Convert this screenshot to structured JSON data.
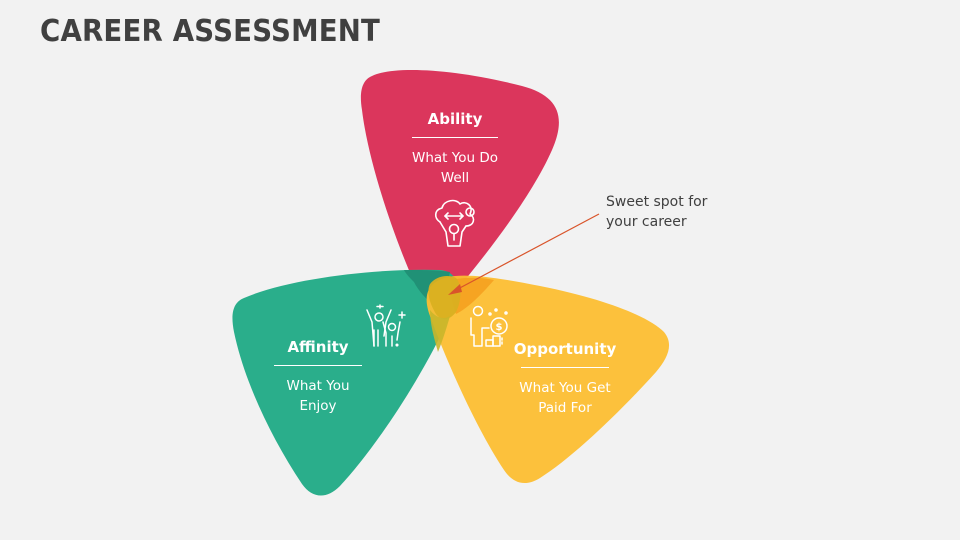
{
  "title": "CAREER ASSESSMENT",
  "colors": {
    "background": "#f2f2f2",
    "ability": "#db365c",
    "affinity": "#2aae8b",
    "opportunity": "#fcbe32",
    "overlap": "#d9b021",
    "arrow": "#d9542a",
    "text_dark": "#404040"
  },
  "segments": [
    {
      "id": "ability",
      "heading": "Ability",
      "description": "What You Do Well",
      "icon": "brain-strength-icon"
    },
    {
      "id": "affinity",
      "heading": "Affinity",
      "description": "What You Enjoy",
      "icon": "celebrating-people-icon"
    },
    {
      "id": "opportunity",
      "heading": "Opportunity",
      "description": "What You Get Paid For",
      "icon": "person-key-money-icon"
    }
  ],
  "callout": {
    "text": "Sweet spot for\nyour career",
    "arrow_icon": "arrow-pointer"
  }
}
